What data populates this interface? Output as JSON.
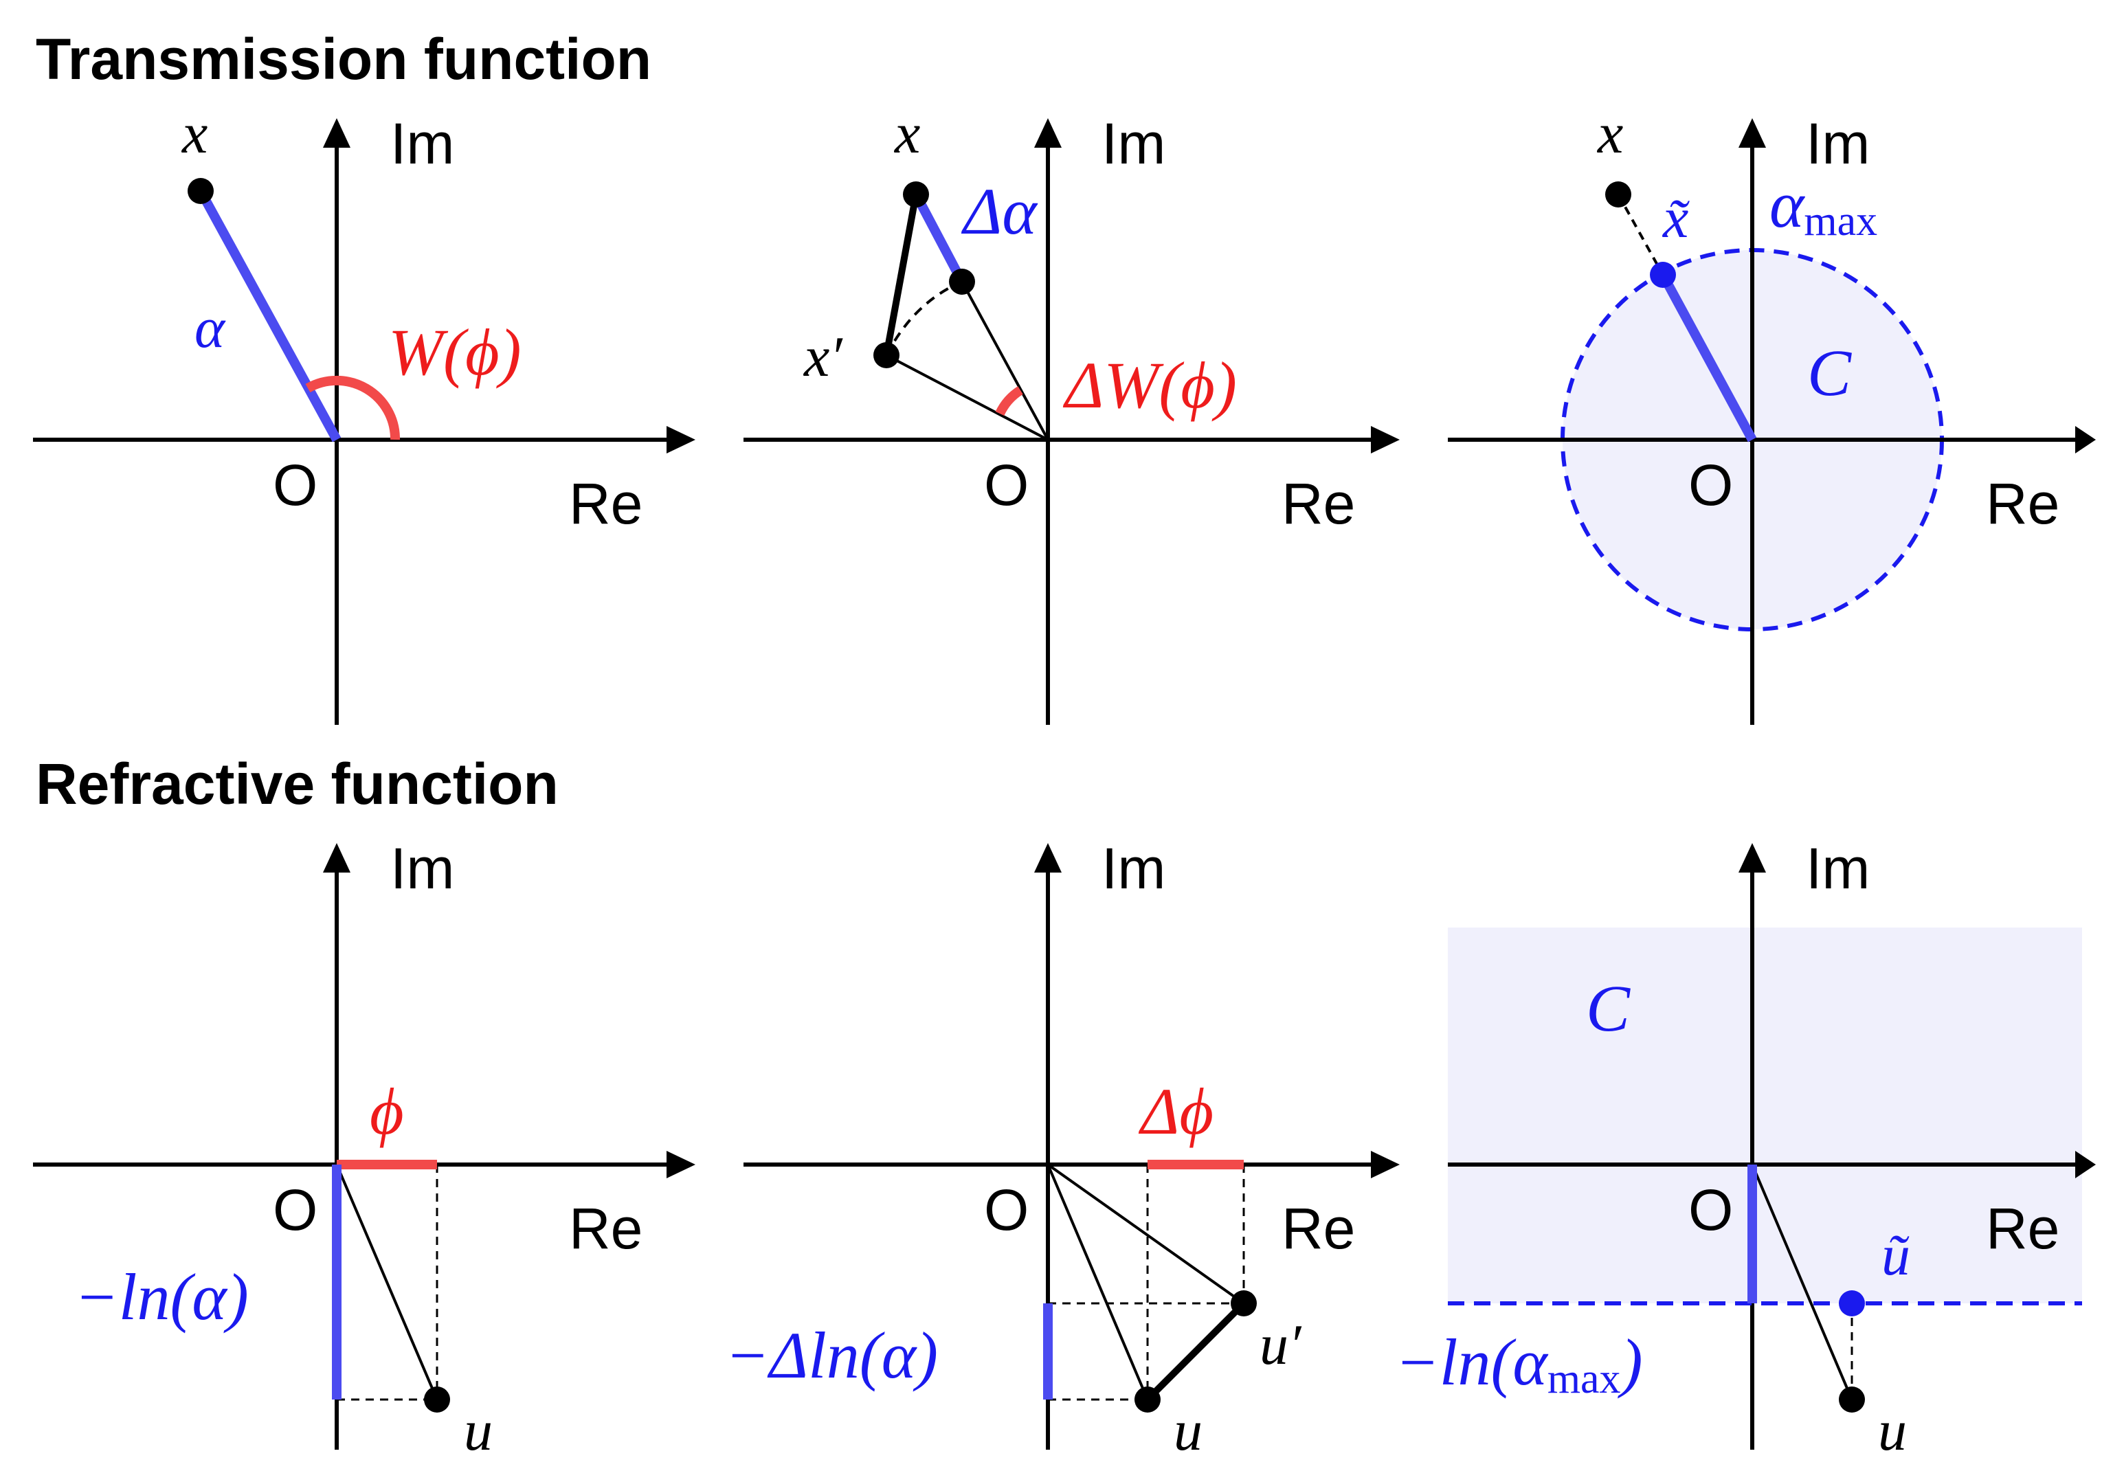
{
  "headings": {
    "transmission": "Transmission function",
    "refractive": "Refractive function"
  },
  "axes": {
    "re": "Re",
    "im": "Im",
    "origin": "O"
  },
  "labels": {
    "x": "x",
    "x_prime": "x′",
    "x_tilde": "x̃",
    "alpha": "α",
    "W_phi": "W(ϕ)",
    "delta_alpha": "Δα",
    "delta_W_phi": "ΔW(ϕ)",
    "alpha_max": "α",
    "alpha_max_sub": "max",
    "C": "C",
    "phi": "ϕ",
    "delta_phi": "Δϕ",
    "minus_ln_alpha": "−ln(α)",
    "minus_delta_ln_alpha": "−Δln(α)",
    "minus_ln_alpha_max_pre": "−ln(α",
    "minus_ln_alpha_max_sub": "max",
    "minus_ln_alpha_max_post": ")",
    "u": "u",
    "u_prime": "u′",
    "u_tilde": "ũ"
  },
  "colors": {
    "axis": "#000000",
    "blue": "#1a1aee",
    "blue_segment": "#4b4bf0",
    "red": "#ee1c1c",
    "red_segment": "#f24a4a",
    "region_fill": "#f0f0fc"
  }
}
